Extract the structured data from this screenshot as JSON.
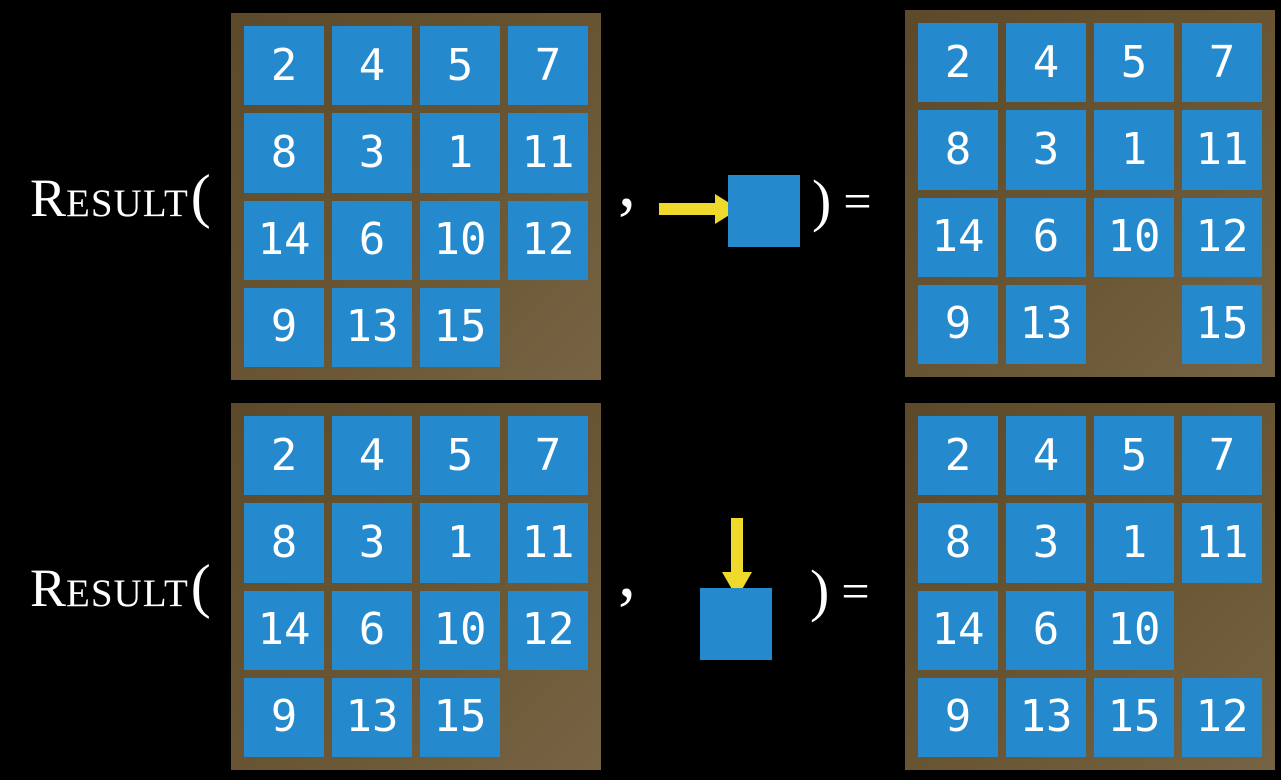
{
  "colors": {
    "bg": "#000000",
    "board": "#66522F",
    "tile": "#2589CE",
    "tile-text": "#FFFFFF",
    "arrow": "#EFD92B",
    "text": "#FFFFFF"
  },
  "labels": {
    "result_initial": "R",
    "result_rest": "ESULT",
    "open_paren": "(",
    "comma": ",",
    "close_paren": ")",
    "equals": "="
  },
  "rows": [
    {
      "name": "slide-tile-right-example",
      "input_board": [
        [
          "2",
          "4",
          "5",
          "7"
        ],
        [
          "8",
          "3",
          "1",
          "11"
        ],
        [
          "14",
          "6",
          "10",
          "12"
        ],
        [
          "9",
          "13",
          "15",
          ""
        ]
      ],
      "action": {
        "type": "slide-blank-tile",
        "direction": "right"
      },
      "output_board": [
        [
          "2",
          "4",
          "5",
          "7"
        ],
        [
          "8",
          "3",
          "1",
          "11"
        ],
        [
          "14",
          "6",
          "10",
          "12"
        ],
        [
          "9",
          "13",
          "",
          "15"
        ]
      ]
    },
    {
      "name": "slide-tile-down-example",
      "input_board": [
        [
          "2",
          "4",
          "5",
          "7"
        ],
        [
          "8",
          "3",
          "1",
          "11"
        ],
        [
          "14",
          "6",
          "10",
          "12"
        ],
        [
          "9",
          "13",
          "15",
          ""
        ]
      ],
      "action": {
        "type": "slide-blank-tile",
        "direction": "down"
      },
      "output_board": [
        [
          "2",
          "4",
          "5",
          "7"
        ],
        [
          "8",
          "3",
          "1",
          "11"
        ],
        [
          "14",
          "6",
          "10",
          ""
        ],
        [
          "9",
          "13",
          "15",
          "12"
        ]
      ]
    }
  ]
}
